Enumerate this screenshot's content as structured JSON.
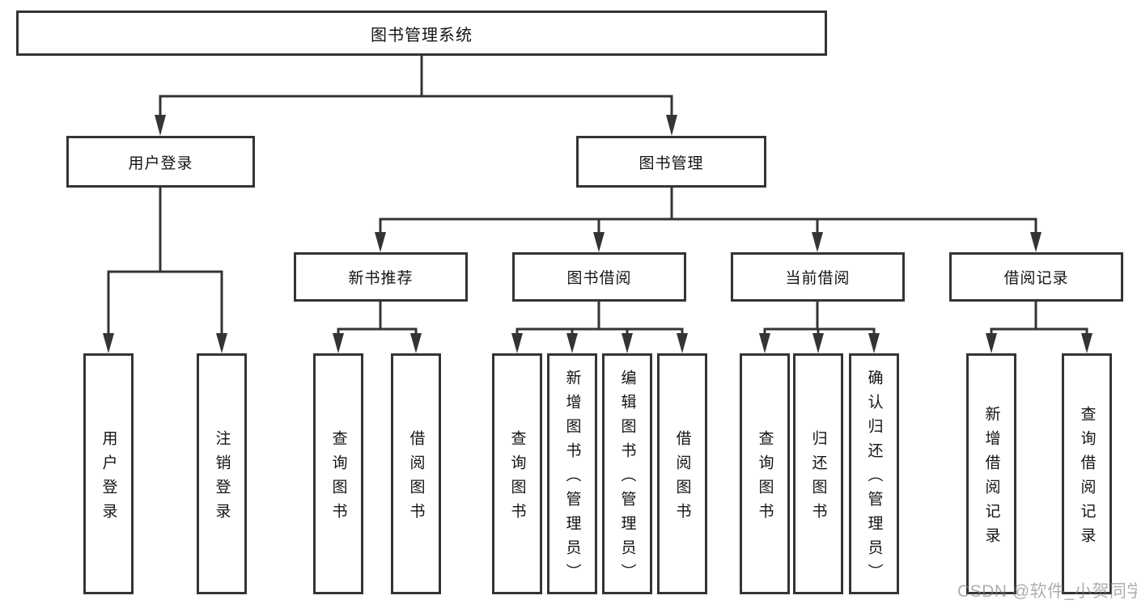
{
  "diagram": {
    "type": "tree",
    "title": "图书管理系统",
    "colors": {
      "line": "#343434",
      "box_border": "#343434",
      "box_fill": "#ffffff",
      "text": "#141414",
      "watermark": "#7d7d7d"
    },
    "root": {
      "label": "图书管理系统"
    },
    "login_branch": {
      "label": "用户登录",
      "leaves": [
        {
          "label": "用户登录"
        },
        {
          "label": "注销登录"
        }
      ]
    },
    "mgmt_branch": {
      "label": "图书管理",
      "groups": [
        {
          "label": "新书推荐",
          "leaves": [
            {
              "label": "查询图书"
            },
            {
              "label": "借阅图书"
            }
          ]
        },
        {
          "label": "图书借阅",
          "leaves": [
            {
              "label": "查询图书"
            },
            {
              "label": "新增图书（管理员）"
            },
            {
              "label": "编辑图书（管理员）"
            },
            {
              "label": "借阅图书"
            }
          ]
        },
        {
          "label": "当前借阅",
          "leaves": [
            {
              "label": "查询图书"
            },
            {
              "label": "归还图书"
            },
            {
              "label": "确认归还（管理员）"
            }
          ]
        },
        {
          "label": "借阅记录",
          "leaves": [
            {
              "label": "新增借阅记录"
            },
            {
              "label": "查询借阅记录"
            }
          ]
        }
      ]
    },
    "watermark": {
      "text": "CSDN @软件_小贺同学"
    }
  }
}
